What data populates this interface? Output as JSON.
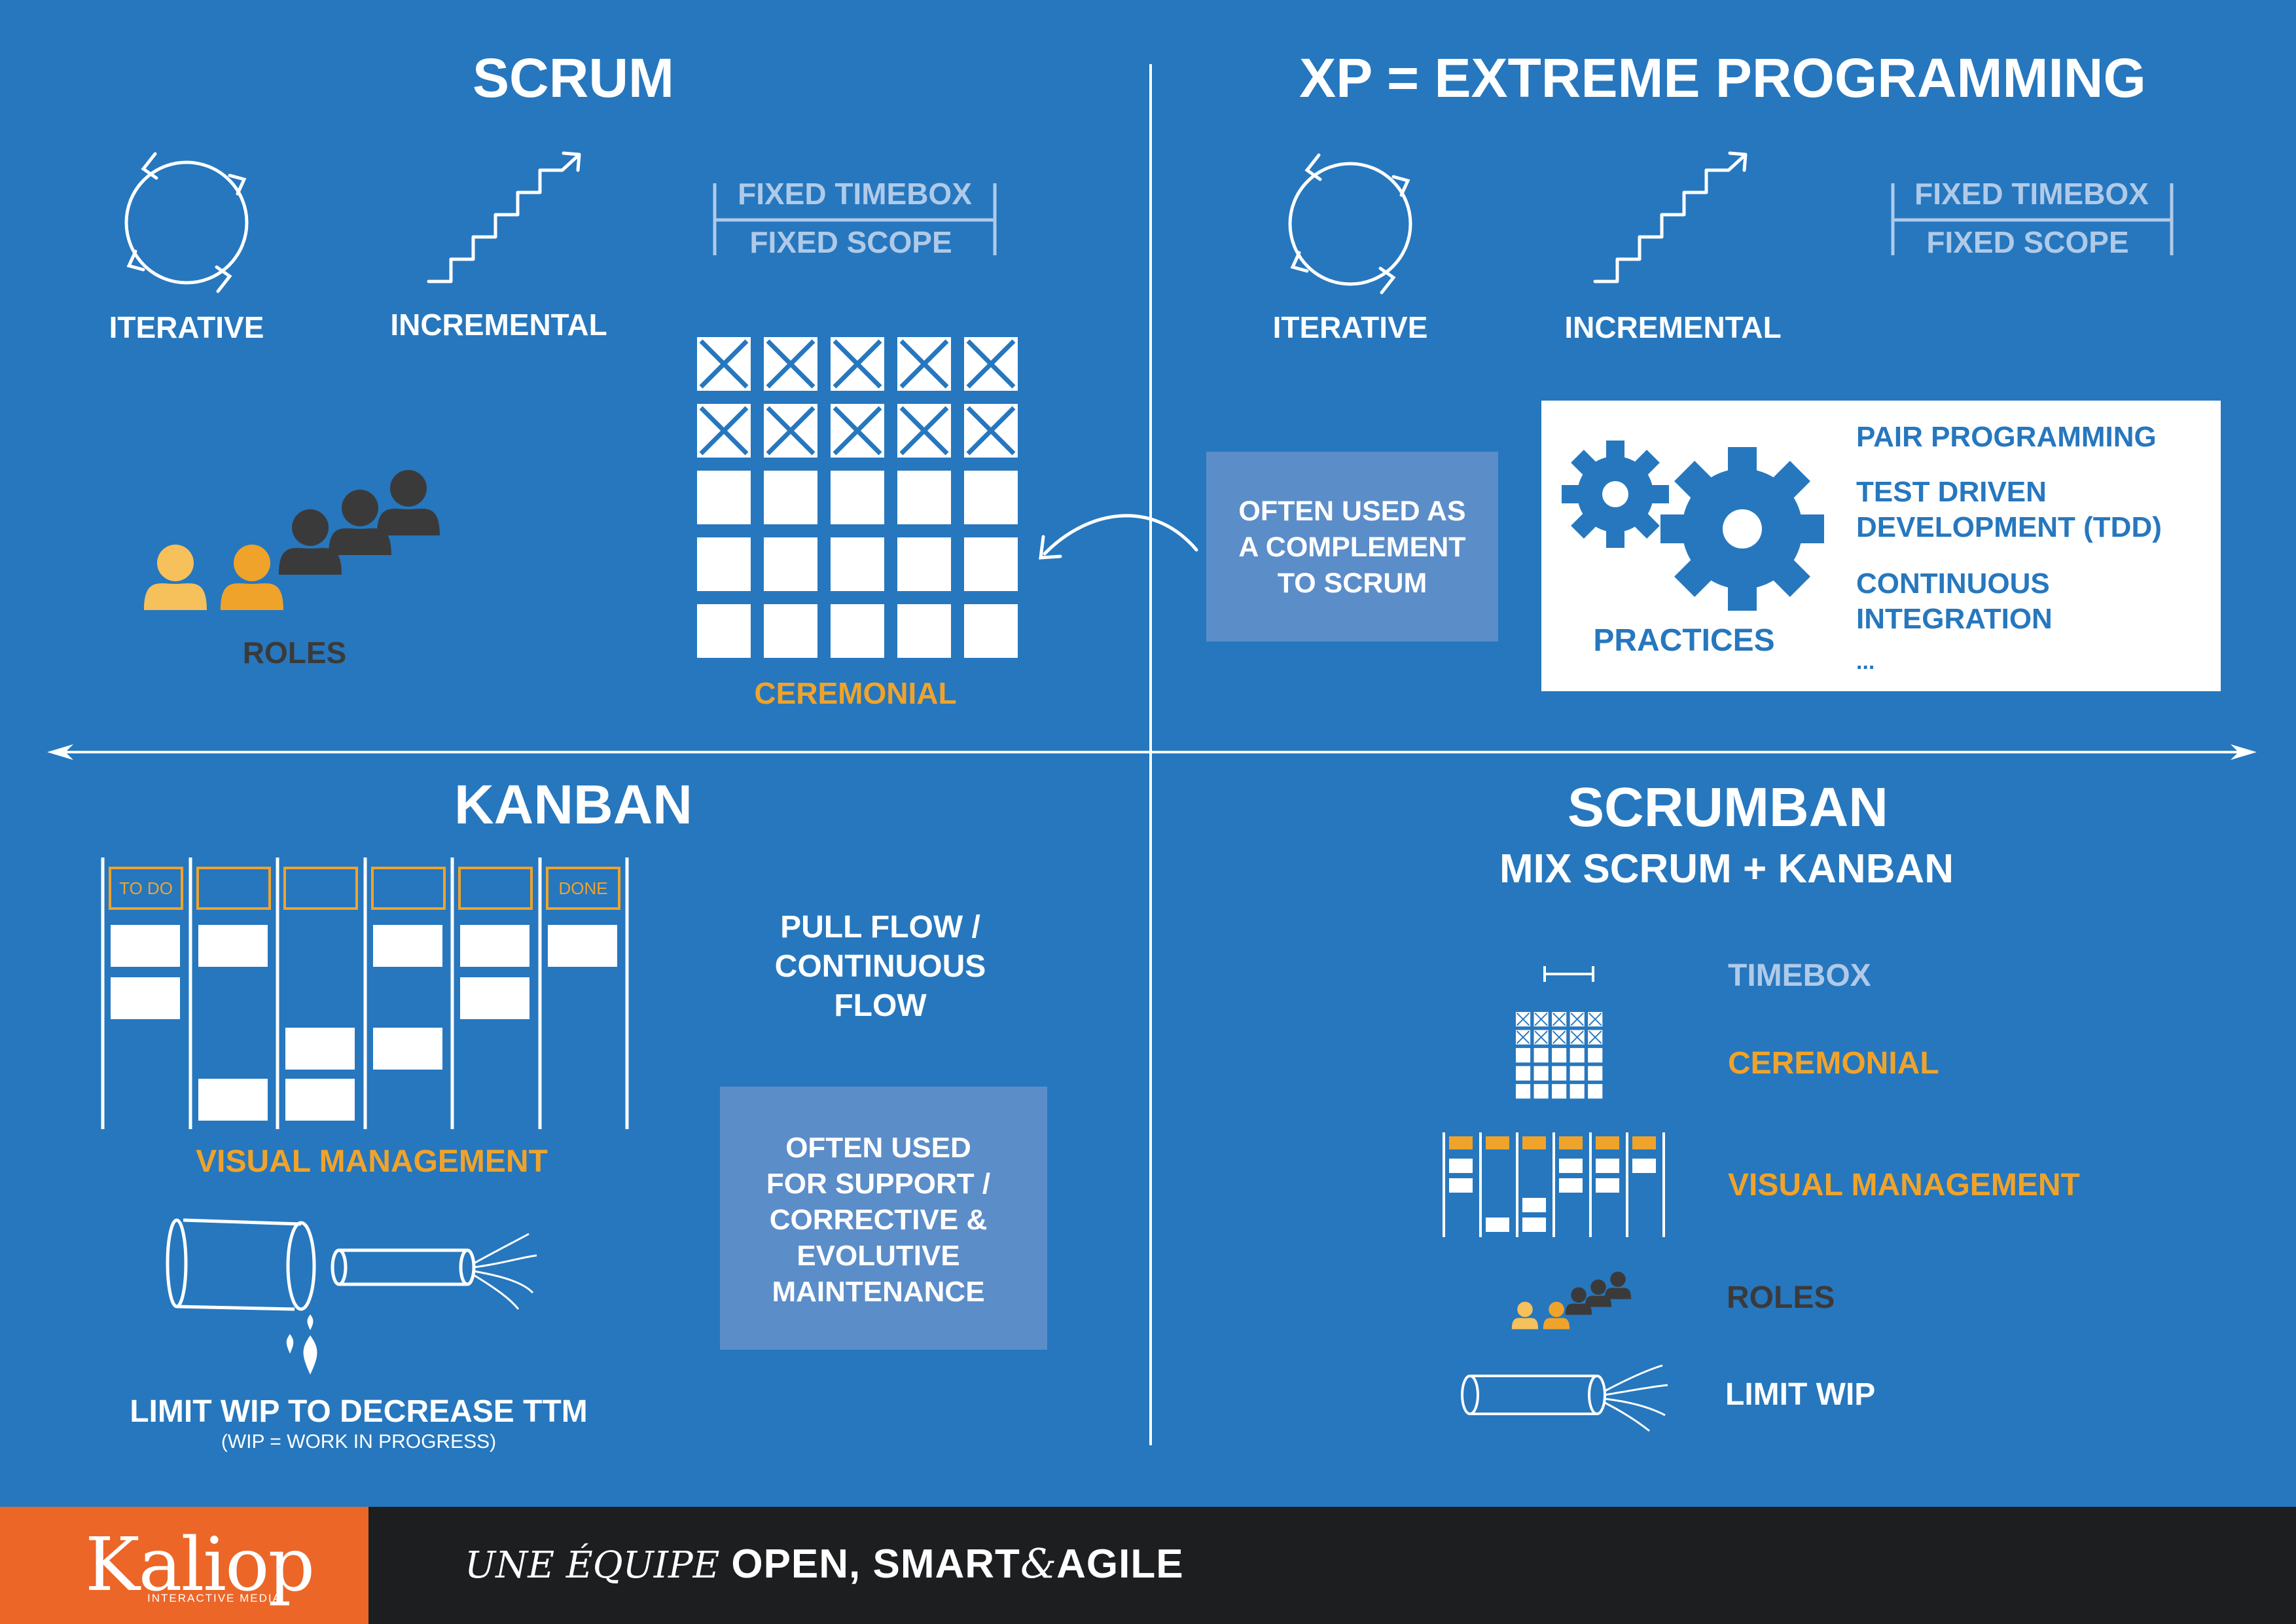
{
  "colors": {
    "background": "#2677be",
    "white": "#ffffff",
    "orange": "#f0a32a",
    "light_blue": "#afcae8",
    "dark_figure": "#3b3a3a",
    "box_blue": "#5b8dc9",
    "footer_dark": "#1d1e20",
    "footer_orange": "#ec6628"
  },
  "scrum": {
    "title": "SCRUM",
    "iterative": "ITERATIVE",
    "incremental": "INCREMENTAL",
    "fixed_timebox": "FIXED TIMEBOX",
    "fixed_scope": "FIXED SCOPE",
    "roles": "ROLES",
    "ceremonial": "CEREMONIAL"
  },
  "xp": {
    "title": "XP = EXTREME PROGRAMMING",
    "iterative": "ITERATIVE",
    "incremental": "INCREMENTAL",
    "fixed_timebox": "FIXED TIMEBOX",
    "fixed_scope": "FIXED SCOPE",
    "complement_box": [
      "OFTEN USED AS",
      "A COMPLEMENT",
      "TO SCRUM"
    ],
    "practices_label": "PRACTICES",
    "practices": [
      "PAIR PROGRAMMING",
      "TEST DRIVEN",
      "DEVELOPMENT (TDD)",
      "CONTINUOUS",
      "INTEGRATION",
      "..."
    ]
  },
  "kanban": {
    "title": "KANBAN",
    "todo": "TO DO",
    "done": "DONE",
    "visual_management": "VISUAL MANAGEMENT",
    "pull_flow": [
      "PULL FLOW /",
      "CONTINUOUS",
      "FLOW"
    ],
    "support_box": [
      "OFTEN USED",
      "FOR SUPPORT /",
      "CORRECTIVE &",
      "EVOLUTIVE",
      "MAINTENANCE"
    ],
    "limit_wip": "LIMIT WIP TO DECREASE TTM",
    "wip_note": "(WIP = WORK IN PROGRESS)"
  },
  "scrumban": {
    "title": "SCRUMBAN",
    "subtitle": "MIX SCRUM + KANBAN",
    "timebox": "TIMEBOX",
    "ceremonial": "CEREMONIAL",
    "visual_management": "VISUAL MANAGEMENT",
    "roles": "ROLES",
    "limit_wip": "LIMIT WIP"
  },
  "footer": {
    "logo": "Kaliop",
    "logo_sub": "INTERACTIVE MEDIA",
    "tagline_a": "UNE ÉQUIPE ",
    "tagline_b": "OPEN, SMART",
    "tagline_c": "&",
    "tagline_d": "AGILE"
  },
  "icons": [
    "cycle-arrows-icon",
    "staircase-arrow-icon",
    "people-icon",
    "gears-icon",
    "pipe-icon",
    "water-drop-icon",
    "curved-arrow-icon"
  ]
}
